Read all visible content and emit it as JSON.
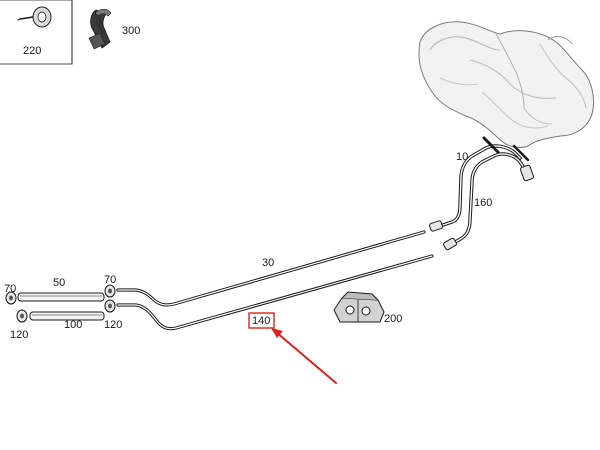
{
  "inset_boxes": [
    {
      "part_number": "220",
      "icon": "grommet-icon"
    },
    {
      "part_number": "300",
      "icon": "cable-tie-clip-icon"
    }
  ],
  "part_labels": {
    "tank": "10",
    "line_30": "30",
    "line_140": "140",
    "line_160": "160",
    "hose_50": "50",
    "hose_100": "100",
    "clamp_70_left": "70",
    "clamp_70_right": "70",
    "clamp_120_left": "120",
    "clamp_120_right": "120",
    "holder_200": "200"
  },
  "highlight": {
    "part_number": "140",
    "color": "#e02020"
  },
  "colors": {
    "line": "#1a1a1a",
    "tank_fill": "#f2f2f2",
    "tank_shade": "#d6d6d6",
    "highlight": "#e02020"
  }
}
